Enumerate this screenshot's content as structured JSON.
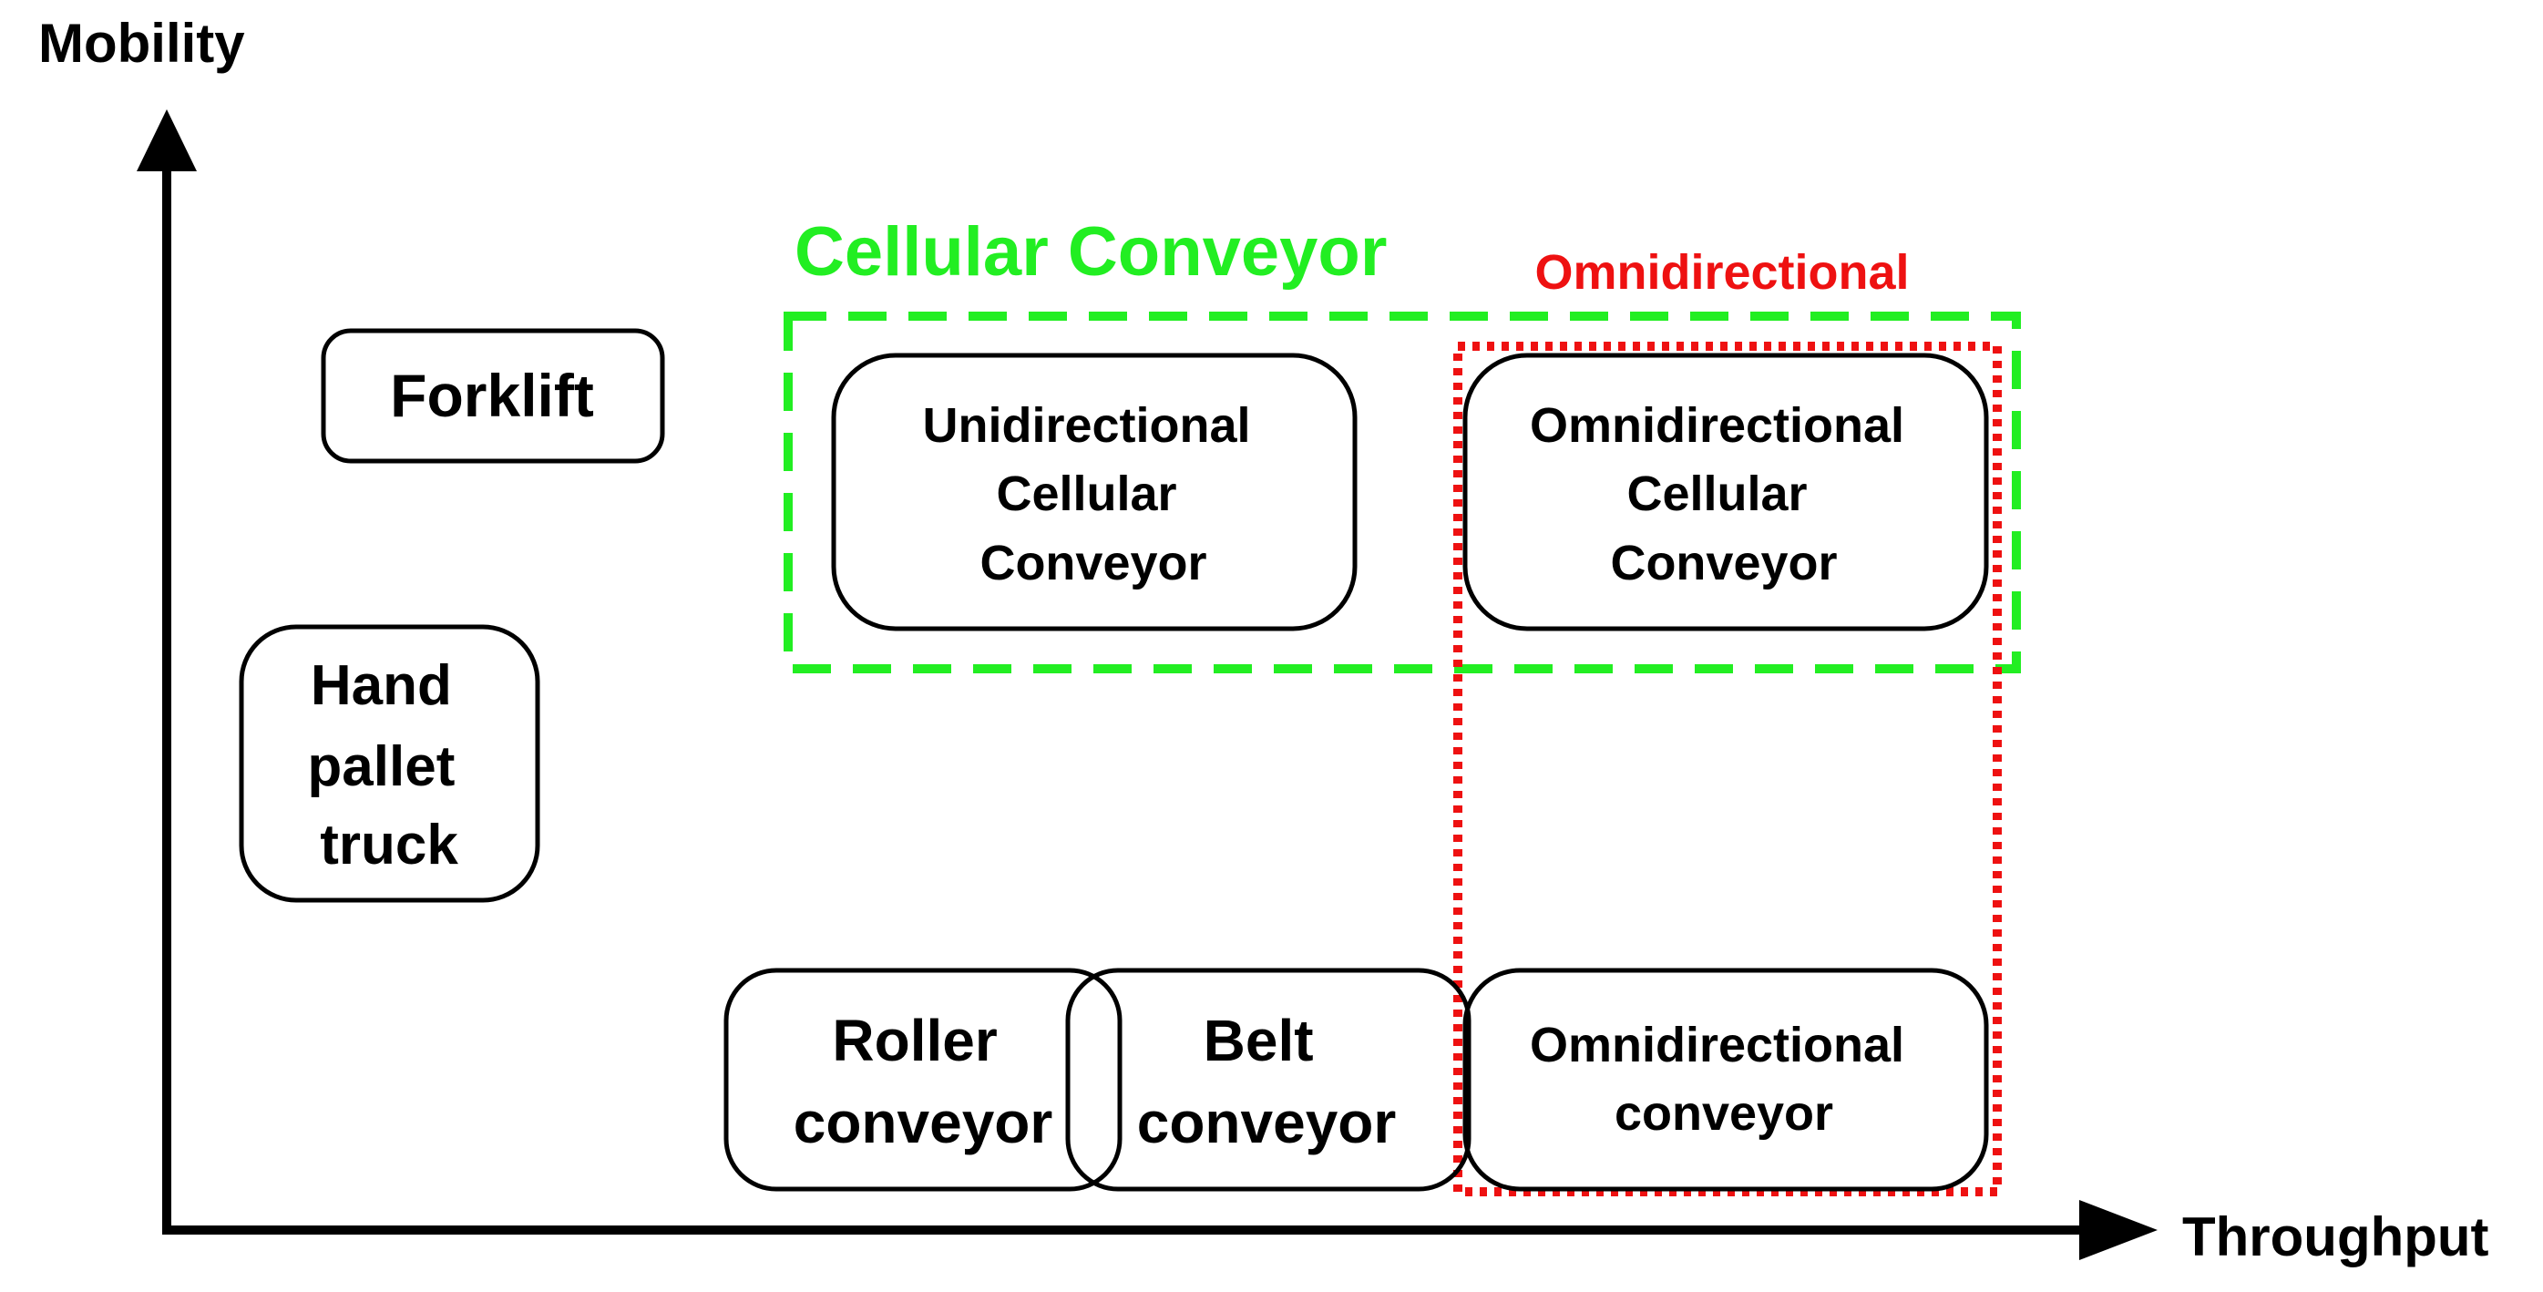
{
  "axes": {
    "y_label": "Mobility",
    "x_label": "Throughput"
  },
  "groups": {
    "cellular_conveyor": {
      "label": "Cellular Conveyor",
      "color": "#22ee22"
    },
    "omnidirectional": {
      "label": "Omnidirectional",
      "color": "#ee1111"
    }
  },
  "nodes": {
    "forklift": {
      "lines": [
        "Forklift"
      ]
    },
    "hand_pallet_truck": {
      "lines": [
        "Hand",
        "pallet",
        "truck"
      ]
    },
    "unidirectional_cellular": {
      "lines": [
        "Unidirectional",
        "Cellular",
        "Conveyor"
      ]
    },
    "omnidirectional_cellular": {
      "lines": [
        "Omnidirectional",
        "Cellular",
        "Conveyor"
      ]
    },
    "roller_conveyor": {
      "lines": [
        "Roller",
        "conveyor"
      ]
    },
    "belt_conveyor": {
      "lines": [
        "Belt",
        "conveyor"
      ]
    },
    "omnidirectional_conveyor": {
      "lines": [
        "Omnidirectional",
        "conveyor"
      ]
    }
  }
}
